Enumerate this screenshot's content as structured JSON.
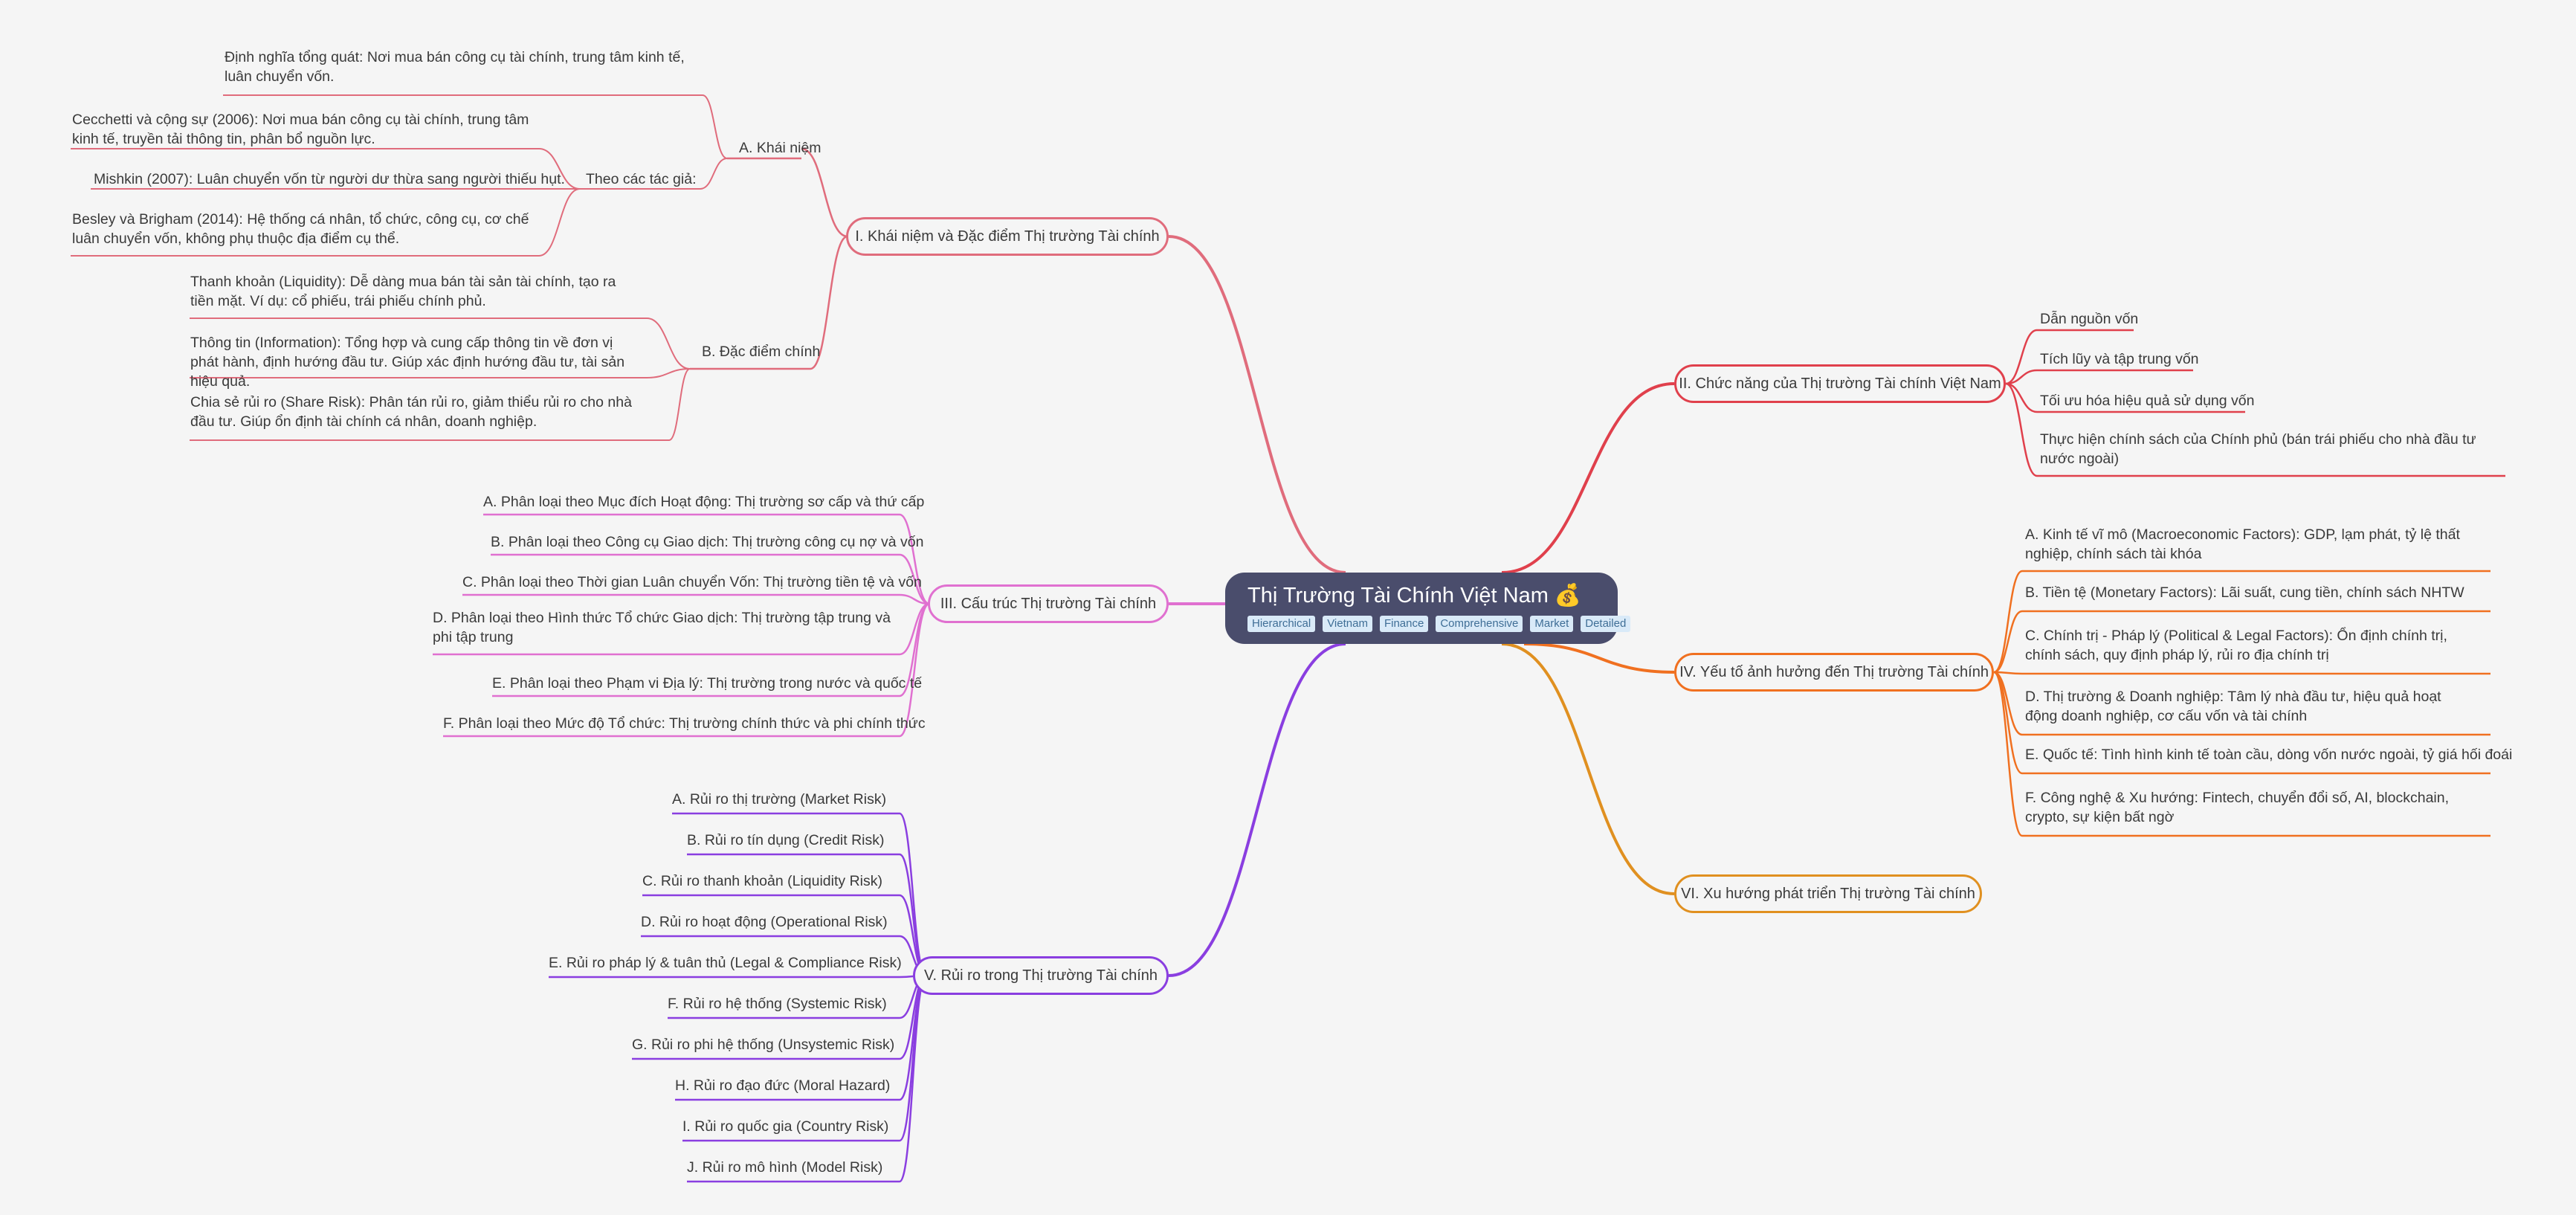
{
  "root": {
    "title": "Thị Trường Tài Chính Việt Nam 💰",
    "tags": [
      "Hierarchical",
      "Vietnam",
      "Finance",
      "Comprehensive",
      "Market",
      "Detailed"
    ]
  },
  "branches": [
    {
      "id": "b1",
      "color": "#e06c7c",
      "side": "left",
      "label": "I. Khái niệm và Đặc điểm Thị trường Tài chính",
      "children": [
        {
          "id": "b1a",
          "label": "A. Khái niệm",
          "children": [
            {
              "id": "b1a1",
              "label": "Định nghĩa tổng quát: Nơi mua bán công cụ tài chính, trung tâm kinh tế, luân chuyển vốn."
            },
            {
              "id": "b1a2",
              "label": "Theo các tác giả:",
              "children": [
                {
                  "id": "b1a2a",
                  "label": "Cecchetti và cộng sự (2006):  Nơi mua bán công cụ tài chính, trung tâm kinh tế, truyền tải thông tin, phân bổ nguồn lực."
                },
                {
                  "id": "b1a2b",
                  "label": "Mishkin (2007): Luân chuyển vốn từ người dư thừa sang người thiếu hụt."
                },
                {
                  "id": "b1a2c",
                  "label": "Besley và Brigham (2014): Hệ thống cá nhân, tổ chức, công cụ, cơ chế luân chuyển vốn, không phụ thuộc địa điểm cụ thể."
                }
              ]
            }
          ]
        },
        {
          "id": "b1b",
          "label": "B. Đặc điểm chính",
          "children": [
            {
              "id": "b1b1",
              "label": "Thanh khoản (Liquidity):  Dễ dàng mua bán tài sản tài chính, tạo ra tiền mặt. Ví dụ: cổ phiếu, trái phiếu chính phủ."
            },
            {
              "id": "b1b2",
              "label": "Thông tin (Information): Tổng hợp và cung cấp thông tin về đơn vị phát hành, định hướng đầu tư. Giúp xác định hướng đầu tư, tài sản hiệu quả."
            },
            {
              "id": "b1b3",
              "label": "Chia sẻ rủi ro (Share Risk): Phân tán rủi ro, giảm thiểu rủi ro cho nhà đầu tư. Giúp ổn định tài chính cá nhân, doanh nghiệp."
            }
          ]
        }
      ]
    },
    {
      "id": "b2",
      "color": "#e0404c",
      "side": "right",
      "label": "II. Chức năng của Thị trường Tài chính Việt Nam",
      "children": [
        {
          "id": "b2a",
          "label": "Dẫn nguồn vốn"
        },
        {
          "id": "b2b",
          "label": "Tích lũy và tập trung vốn"
        },
        {
          "id": "b2c",
          "label": "Tối ưu hóa hiệu quả sử dụng vốn"
        },
        {
          "id": "b2d",
          "label": "Thực hiện chính sách của Chính phủ (bán trái phiếu cho nhà đầu tư nước ngoài)"
        }
      ]
    },
    {
      "id": "b3",
      "color": "#e070d0",
      "side": "left",
      "label": "III. Cấu trúc Thị trường Tài chính",
      "children": [
        {
          "id": "b3a",
          "label": "A. Phân loại theo Mục đích Hoạt động: Thị trường sơ cấp và thứ cấp"
        },
        {
          "id": "b3b",
          "label": "B. Phân loại theo Công cụ Giao dịch: Thị trường công cụ nợ và vốn"
        },
        {
          "id": "b3c",
          "label": "C. Phân loại theo Thời gian Luân chuyển Vốn: Thị trường tiền tệ và vốn"
        },
        {
          "id": "b3d",
          "label": "D. Phân loại theo Hình thức Tổ chức Giao dịch: Thị trường tập trung và phi tập trung"
        },
        {
          "id": "b3e",
          "label": "E. Phân loại theo Phạm vi Địa lý: Thị trường trong nước và quốc tế"
        },
        {
          "id": "b3f",
          "label": "F. Phân loại theo Mức độ Tổ chức: Thị trường chính thức và phi chính thức"
        }
      ]
    },
    {
      "id": "b4",
      "color": "#f07020",
      "side": "right",
      "label": "IV. Yếu tố ảnh hưởng đến Thị trường Tài chính",
      "children": [
        {
          "id": "b4a",
          "label": "A. Kinh tế vĩ mô (Macroeconomic Factors): GDP, lạm phát, tỷ lệ thất nghiệp, chính sách tài khóa"
        },
        {
          "id": "b4b",
          "label": "B. Tiền tệ (Monetary Factors): Lãi suất, cung tiền, chính sách NHTW"
        },
        {
          "id": "b4c",
          "label": "C. Chính trị - Pháp lý (Political & Legal Factors): Ổn định chính trị, chính sách, quy định pháp lý, rủi ro địa chính trị"
        },
        {
          "id": "b4d",
          "label": "D. Thị trường & Doanh nghiệp: Tâm lý nhà đầu tư, hiệu quả hoạt động doanh nghiệp, cơ cấu vốn và tài chính"
        },
        {
          "id": "b4e",
          "label": "E. Quốc tế: Tình hình kinh tế toàn cầu, dòng vốn nước ngoài, tỷ giá hối đoái"
        },
        {
          "id": "b4f",
          "label": "F. Công nghệ & Xu hướng: Fintech, chuyển đổi số, AI, blockchain, crypto, sự kiện bất ngờ"
        }
      ]
    },
    {
      "id": "b5",
      "color": "#8a3ee0",
      "side": "left",
      "label": "V. Rủi ro trong Thị trường Tài chính",
      "children": [
        {
          "id": "b5a",
          "label": "A. Rủi ro thị trường (Market Risk)"
        },
        {
          "id": "b5b",
          "label": "B. Rủi ro tín dụng (Credit Risk)"
        },
        {
          "id": "b5c",
          "label": "C. Rủi ro thanh khoản (Liquidity Risk)"
        },
        {
          "id": "b5d",
          "label": "D. Rủi ro hoạt động (Operational Risk)"
        },
        {
          "id": "b5e",
          "label": "E. Rủi ro pháp lý & tuân thủ (Legal & Compliance Risk)"
        },
        {
          "id": "b5f",
          "label": "F. Rủi ro hệ thống (Systemic Risk)"
        },
        {
          "id": "b5g",
          "label": "G. Rủi ro phi hệ thống (Unsystemic Risk)"
        },
        {
          "id": "b5h",
          "label": "H. Rủi ro đạo đức (Moral Hazard)"
        },
        {
          "id": "b5i",
          "label": "I. Rủi ro quốc gia (Country Risk)"
        },
        {
          "id": "b5j",
          "label": "J. Rủi ro mô hình (Model Risk)"
        }
      ]
    },
    {
      "id": "b6",
      "color": "#e09020",
      "side": "right",
      "label": "VI. Xu hướng phát triển Thị trường Tài chính",
      "children": []
    }
  ]
}
